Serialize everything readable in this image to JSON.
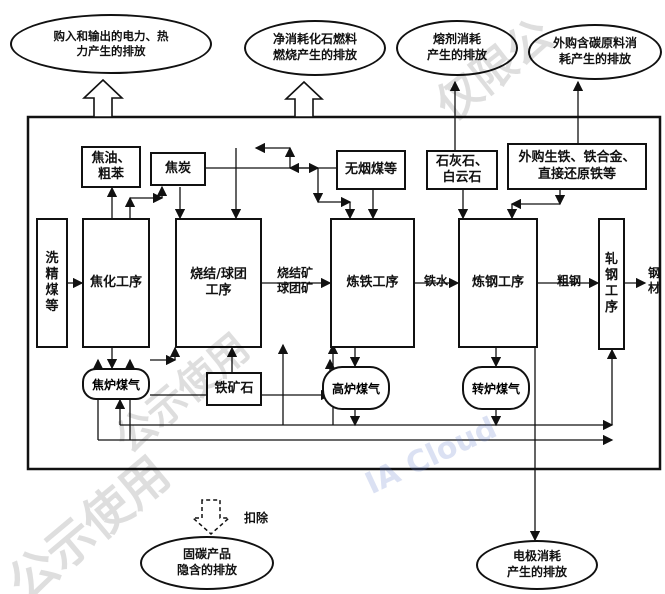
{
  "emissions": {
    "top_1": "购入和输出的电力、热\n力产生的排放",
    "top_2": "净消耗化石燃料\n燃烧产生的排放",
    "top_3": "熔剂消耗\n产生的排放",
    "top_4": "外购含碳原料消\n耗产生的排放",
    "bottom_left": "固碳产品\n隐含的排放",
    "bottom_right": "电极消耗\n产生的排放"
  },
  "inputs": {
    "tar_benzene": "焦油、\n粗苯",
    "coke": "焦炭",
    "anthracite": "无烟煤等",
    "limestone": "石灰石、\n白云石",
    "purchased": "外购生铁、铁合金、\n直接还原铁等",
    "washed_coal": "洗\n精\n煤\n等",
    "iron_ore": "铁矿石"
  },
  "processes": {
    "coking": "焦化工序",
    "sintering": "烧结/球团\n工序",
    "ironmaking": "炼铁工序",
    "steelmaking": "炼钢工序",
    "rolling": "轧\n钢\n工\n序"
  },
  "gases": {
    "coke_oven_gas": "焦炉煤气",
    "blast_furnace_gas": "高炉煤气",
    "converter_gas": "转炉煤气"
  },
  "flow_labels": {
    "sinter": "烧结矿\n球团矿",
    "molten_iron": "铁水",
    "crude_steel": "粗钢",
    "steel": "钢\n材",
    "deduct": "扣除"
  },
  "watermarks": {
    "top": "仅限公",
    "left": "公示使用",
    "left2": "公示使用",
    "logo": "IA Cloud"
  }
}
